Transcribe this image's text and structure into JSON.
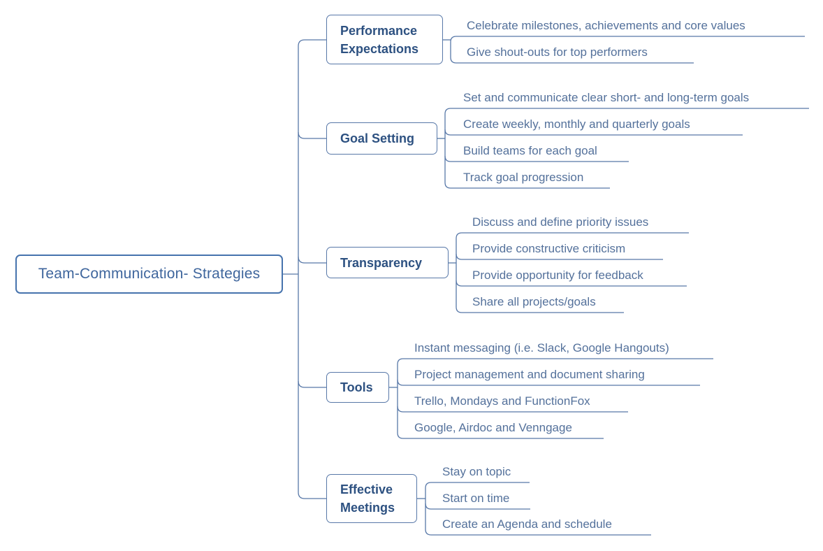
{
  "diagram_title": "Team-Communication- Strategies",
  "colors": {
    "background": "#ffffff",
    "line": "#5878a8",
    "root_border": "#4673ad",
    "root_text": "#3f669d",
    "branch_text": "#2d5181",
    "leaf_text": "#54719b"
  },
  "root": {
    "label": "Team-Communication- Strategies"
  },
  "branches": [
    {
      "label": "Performance Expectations",
      "children": [
        "Celebrate milestones, achievements and core values",
        "Give shout-outs for top performers"
      ]
    },
    {
      "label": "Goal Setting",
      "children": [
        "Set and communicate clear short- and long-term goals",
        "Create weekly, monthly and quarterly goals",
        "Build teams for each goal",
        "Track goal progression"
      ]
    },
    {
      "label": "Transparency",
      "children": [
        "Discuss and define priority issues",
        "Provide constructive criticism",
        "Provide opportunity for feedback",
        "Share all projects/goals"
      ]
    },
    {
      "label": "Tools",
      "children": [
        "Instant messaging (i.e. Slack, Google Hangouts)",
        "Project management and document sharing",
        "Trello, Mondays and FunctionFox",
        "Google, Airdoc and Venngage"
      ]
    },
    {
      "label": "Effective Meetings",
      "children": [
        "Stay on topic",
        "Start on time",
        "Create an Agenda and schedule"
      ]
    }
  ]
}
